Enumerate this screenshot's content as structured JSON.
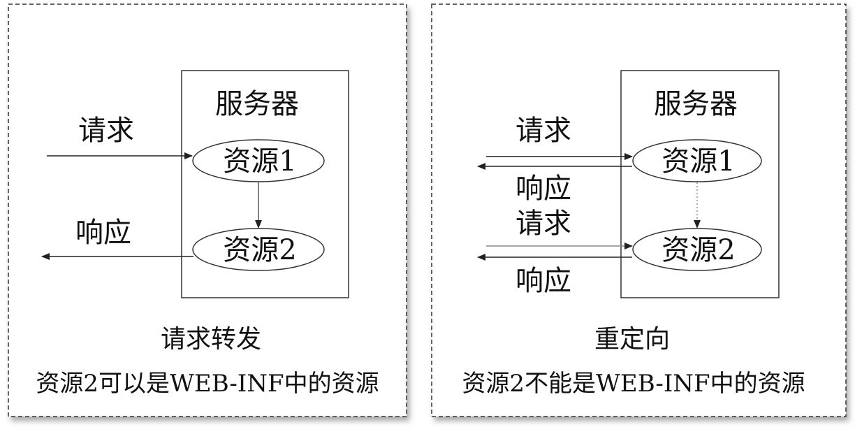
{
  "forward": {
    "server_label": "服务器",
    "request_label": "请求",
    "response_label": "响应",
    "resource1_label": "资源1",
    "resource2_label": "资源2",
    "title": "请求转发",
    "note": "资源2可以是WEB-INF中的资源"
  },
  "redirect": {
    "server_label": "服务器",
    "request1_label": "请求",
    "response1_label": "响应",
    "request2_label": "请求",
    "response2_label": "响应",
    "resource1_label": "资源1",
    "resource2_label": "资源2",
    "title": "重定向",
    "note": "资源2不能是WEB-INF中的资源"
  }
}
